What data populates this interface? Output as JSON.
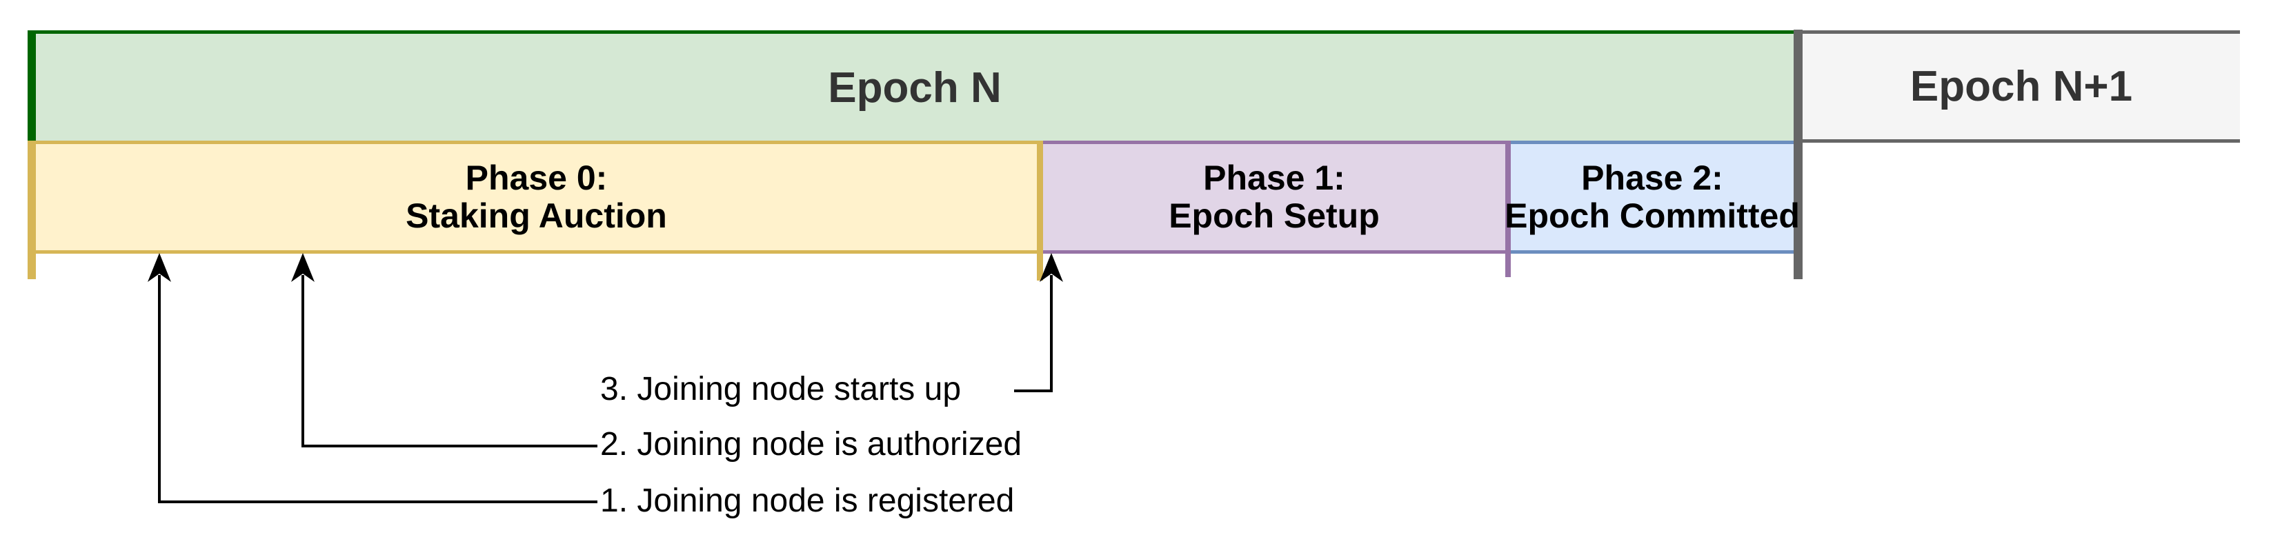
{
  "diagram": {
    "epochs": [
      {
        "id": "epoch-n",
        "label": "Epoch N"
      },
      {
        "id": "epoch-n1",
        "label": "Epoch N+1"
      }
    ],
    "phases": [
      {
        "id": "phase-0",
        "line1": "Phase 0:",
        "line2": "Staking Auction",
        "fill": "#fff2cc",
        "border": "#d6b656"
      },
      {
        "id": "phase-1",
        "line1": "Phase 1:",
        "line2": "Epoch Setup",
        "fill": "#e1d5e7",
        "border": "#9673a6"
      },
      {
        "id": "phase-2",
        "line1": "Phase 2:",
        "line2": "Epoch Committed",
        "fill": "#dae8fc",
        "border": "#6c8ebf"
      }
    ],
    "events": [
      {
        "num": "1",
        "label": "1. Joining node is registered"
      },
      {
        "num": "2",
        "label": "2. Joining node is authorized"
      },
      {
        "num": "3",
        "label": "3. Joining node starts up"
      }
    ],
    "colors": {
      "epoch_n_fill": "#d5e8d4",
      "epoch_n_border": "#006600",
      "epoch_n1_fill": "#f5f5f5",
      "epoch_n1_border": "#666666",
      "divider": "#666666",
      "arrow": "#000000",
      "epoch_label_text": "#333333",
      "phase_label_text": "#000000"
    }
  }
}
